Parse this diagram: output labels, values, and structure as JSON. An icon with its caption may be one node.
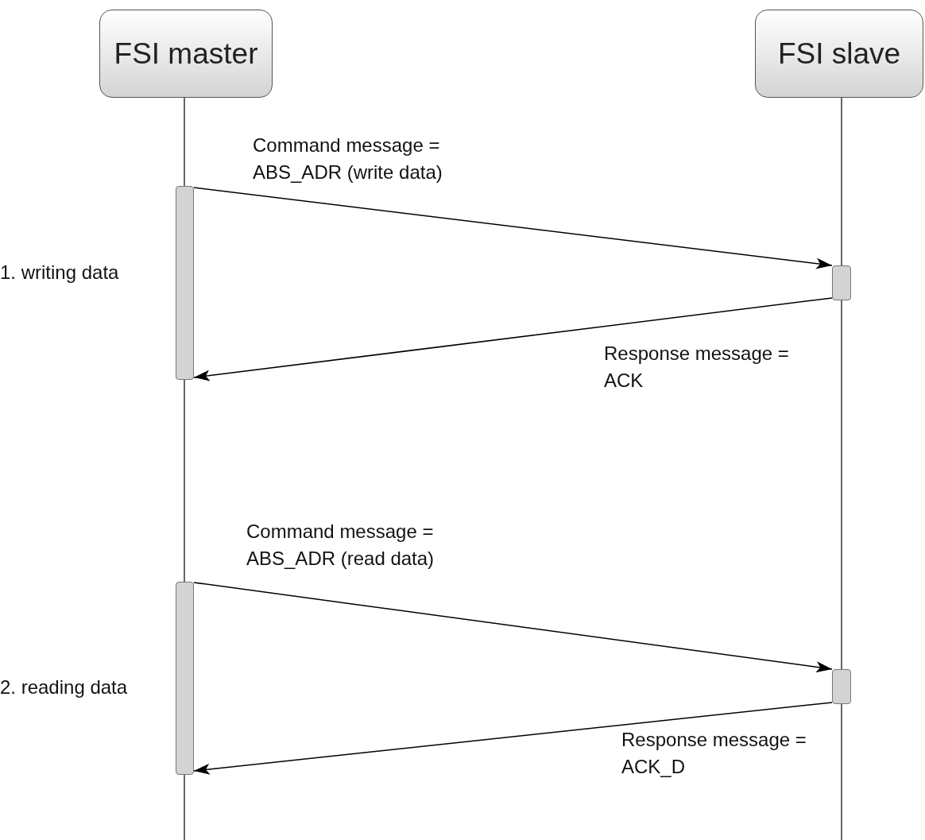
{
  "diagram": {
    "nodes": [
      {
        "text": [
          "FSI master"
        ]
      },
      {
        "text": [
          "FSI slave"
        ]
      },
      {
        "text": [],
        "shape": "bar"
      },
      {
        "text": [],
        "shape": "bar"
      },
      {
        "text": [],
        "shape": "bar"
      },
      {
        "text": [],
        "shape": "bar"
      }
    ],
    "edges": [
      {
        "from": 2,
        "to": 3,
        "arrow": "to",
        "label": "Command message = ABS_ADR (write data)"
      },
      {
        "from": 3,
        "to": 2,
        "arrow": "to",
        "label": "Response message = ACK"
      },
      {
        "from": 4,
        "to": 5,
        "arrow": "to",
        "label": "Command message = ABS_ADR (read data)"
      },
      {
        "from": 5,
        "to": 4,
        "arrow": "to",
        "label": "Response message = ACK_D"
      }
    ],
    "labels": [
      "1. writing data",
      "2. reading data"
    ]
  }
}
